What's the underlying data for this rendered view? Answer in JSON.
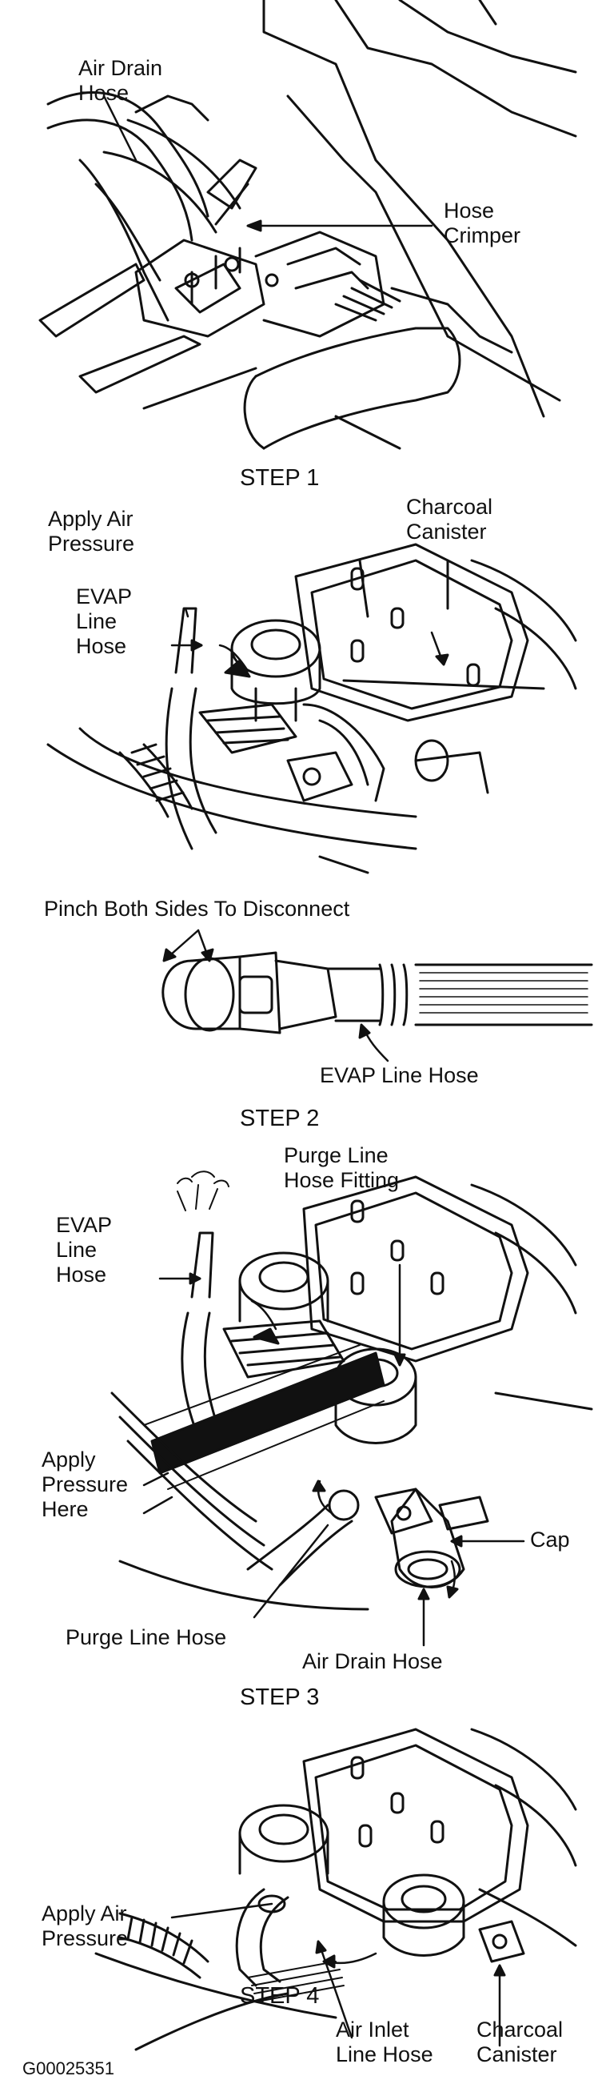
{
  "colors": {
    "ink": "#111111",
    "background": "#ffffff"
  },
  "step1": {
    "air_drain_hose": "Air Drain\nHose",
    "hose_crimper": "Hose\nCrimper",
    "title": "STEP 1"
  },
  "step2": {
    "apply_air_pressure": "Apply Air\nPressure",
    "charcoal_canister": "Charcoal\nCanister",
    "evap_line_hose": "EVAP\nLine\nHose",
    "pinch_both_sides": "Pinch Both Sides To Disconnect",
    "evap_line_hose_bottom": "EVAP Line Hose",
    "title": "STEP 2"
  },
  "step3": {
    "purge_line_hose_fitting": "Purge Line\nHose Fitting",
    "evap_line_hose": "EVAP\nLine\nHose",
    "apply_pressure_here": "Apply\nPressure\nHere",
    "cap": "Cap",
    "purge_line_hose": "Purge Line Hose",
    "air_drain_hose": "Air Drain Hose",
    "title": "STEP 3"
  },
  "step4": {
    "apply_air_pressure": "Apply Air\nPressure",
    "charcoal_canister": "Charcoal\nCanister",
    "air_inlet_line_hose": "Air Inlet\nLine Hose",
    "title": "STEP 4"
  },
  "figure_code": "G00025351"
}
